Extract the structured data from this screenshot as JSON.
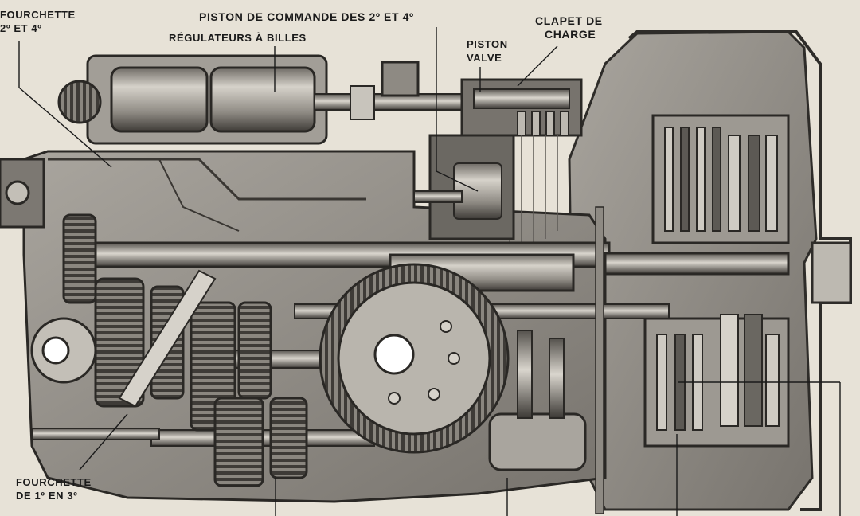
{
  "labels": {
    "fourchette_24": {
      "line1": "FOURCHETTE",
      "line2": "2º ET 4º"
    },
    "piston_commande": "PISTON DE COMMANDE DES 2º ET 4º",
    "regulateurs": "RÉGULATEURS À BILLES",
    "piston_valve": {
      "line1": "PISTON",
      "line2": "VALVE"
    },
    "clapet": {
      "line1": "CLAPET DE",
      "line2": "CHARGE"
    },
    "fourchette_13": {
      "line1": "FOURCHETTE",
      "line2": "DE 1º EN 3º"
    }
  },
  "colors": {
    "paper": "#e7e2d7",
    "ink": "#1a1a1a",
    "metal_light": "#b9b5ad",
    "metal_mid": "#8e8a83",
    "metal_dark": "#4a4743"
  }
}
